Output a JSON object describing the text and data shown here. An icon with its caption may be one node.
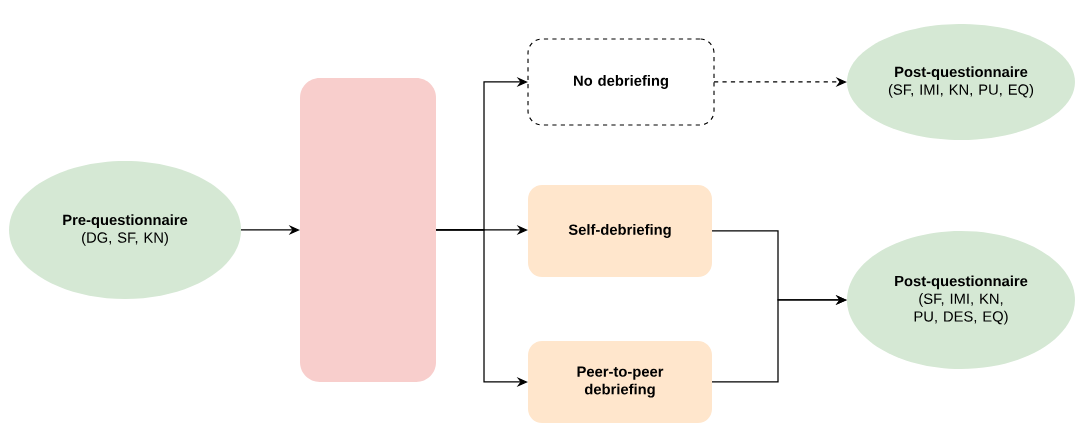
{
  "diagram": {
    "nodes": [
      {
        "text": [
          "Pre-questionnaire",
          "(DG, SF, KN)"
        ]
      },
      {
        "text": [],
        "shape": "box"
      },
      {
        "text": [
          "No debriefing"
        ]
      },
      {
        "text": [
          "Self-debriefing"
        ]
      },
      {
        "text": [
          "Peer-to-peer debriefing"
        ]
      },
      {
        "text": [
          "Post-questionnaire",
          "(SF, IMI, KN, PU, EQ)"
        ]
      },
      {
        "text": [
          "Post-questionnaire",
          "(SF, IMI, KN, PU, DES, EQ)"
        ]
      }
    ],
    "edges": [
      {
        "from": 0,
        "to": 1,
        "arrow": "to"
      },
      {
        "from": 1,
        "to": 2,
        "arrow": "to"
      },
      {
        "from": 1,
        "to": 3,
        "arrow": "to"
      },
      {
        "from": 1,
        "to": 4,
        "arrow": "to"
      },
      {
        "from": 2,
        "to": 5,
        "arrow": "to",
        "style": "dashed"
      },
      {
        "from": 3,
        "to": 6,
        "arrow": "to"
      },
      {
        "from": 4,
        "to": 6,
        "arrow": "to"
      }
    ]
  }
}
